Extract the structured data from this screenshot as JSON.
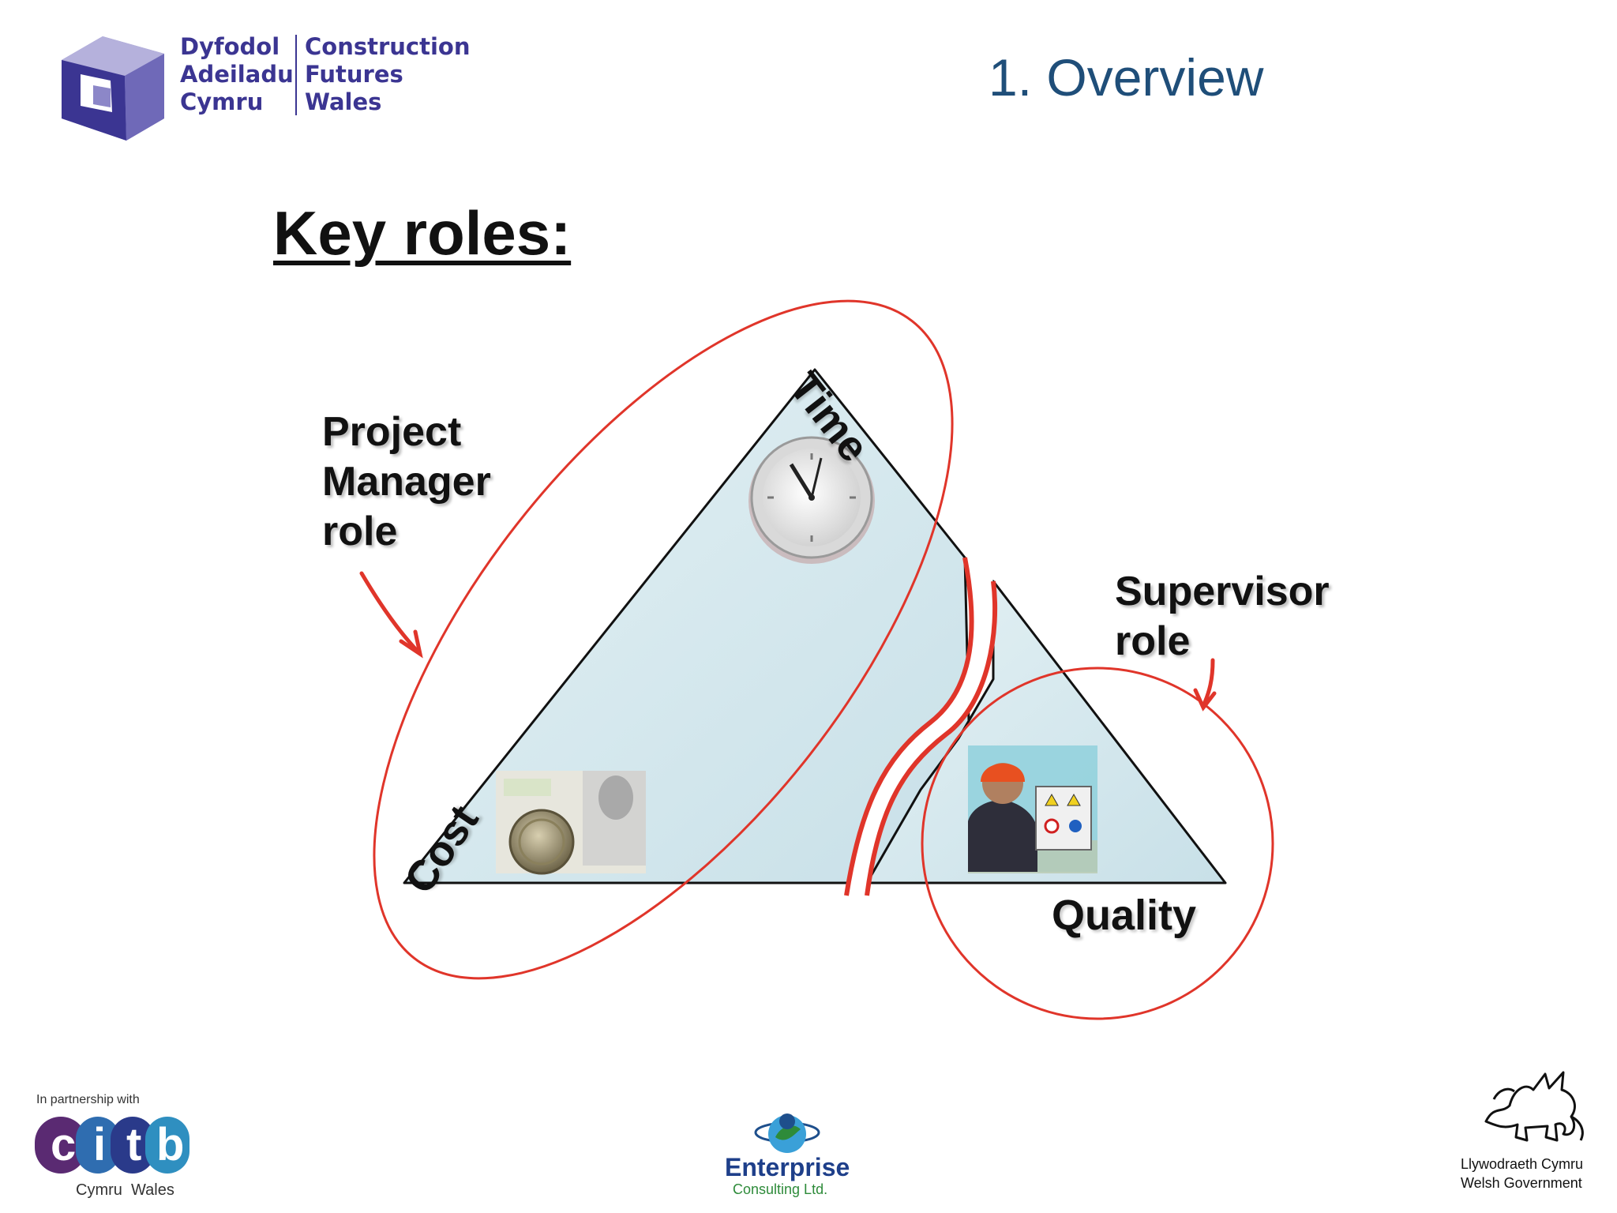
{
  "header": {
    "logo_welsh": [
      "Dyfodol",
      "Adeiladu",
      "Cymru"
    ],
    "logo_english": [
      "Construction",
      "Futures",
      "Wales"
    ],
    "title": "1. Overview"
  },
  "diagram": {
    "heading": "Key roles:",
    "pm_role": [
      "Project",
      "Manager",
      "role"
    ],
    "supervisor_role": [
      "Supervisor",
      "role"
    ],
    "corners": {
      "time": "Time",
      "cost": "Cost",
      "quality": "Quality"
    },
    "icons": [
      "clock-icon",
      "money-icon",
      "worker-icon"
    ],
    "colors": {
      "triangle_fill": "#d4e8ee",
      "highlight": "#e0352a",
      "outline": "#111111"
    }
  },
  "footer": {
    "citb_caption": "In partnership with",
    "citb_letters": [
      "c",
      "i",
      "t",
      "b"
    ],
    "citb_sub": "Cymru  Wales",
    "enterprise_name": "Enterprise",
    "enterprise_sub": "Consulting Ltd.",
    "gov_line1": "Llywodraeth Cymru",
    "gov_line2": "Welsh Government"
  }
}
